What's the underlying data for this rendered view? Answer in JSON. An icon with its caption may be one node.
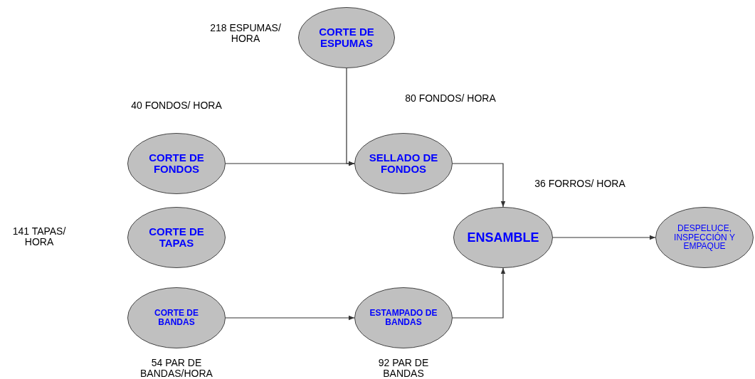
{
  "diagram": {
    "nodes": [
      {
        "text": [
          "CORTE DE ESPUMAS"
        ],
        "beside": [
          "218 ESPUMAS/ HORA"
        ]
      },
      {
        "text": [
          "CORTE DE FONDOS"
        ],
        "beside": [
          "40 FONDOS/ HORA"
        ]
      },
      {
        "text": [
          "SELLADO DE FONDOS"
        ],
        "beside": [
          "80 FONDOS/ HORA"
        ]
      },
      {
        "text": [
          "CORTE DE TAPAS"
        ]
      },
      {
        "text": [
          "ENSAMBLE"
        ],
        "beside": [
          "36 FORROS/ HORA"
        ]
      },
      {
        "text": [
          "DESPELUCE, INSPECCIÓN Y EMPAQUE"
        ]
      },
      {
        "text": [
          "CORTE DE BANDAS"
        ],
        "beside": [
          "54 PAR DE BANDAS/HORA"
        ]
      },
      {
        "text": [
          "ESTAMPADO DE BANDAS"
        ],
        "beside": [
          "92 PAR DE BANDAS"
        ]
      }
    ],
    "edges": [
      {
        "from": 0,
        "to": 2,
        "arrow": "to"
      },
      {
        "from": 1,
        "to": 2,
        "arrow": "to"
      },
      {
        "from": 2,
        "to": 4,
        "arrow": "to"
      },
      {
        "from": 6,
        "to": 7,
        "arrow": "to"
      },
      {
        "from": 7,
        "to": 4,
        "arrow": "to"
      },
      {
        "from": 4,
        "to": 5,
        "arrow": "to"
      }
    ],
    "labels": [
      "141 TAPAS/ HORA"
    ]
  }
}
